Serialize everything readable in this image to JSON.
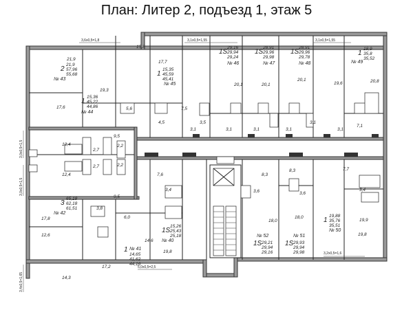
{
  "title": "План: Литер 2, подъезд 1, этаж 5",
  "apartments": [
    {
      "no": "№ 43",
      "rooms": "2",
      "areas": [
        "21,9",
        "57,96",
        "55,68"
      ]
    },
    {
      "no": "№ 44",
      "rooms": "1",
      "areas": [
        "15,36",
        "45,22",
        "44,86"
      ]
    },
    {
      "no": "№ 45",
      "rooms": "1",
      "areas": [
        "15,35",
        "45,59",
        "45,41"
      ]
    },
    {
      "no": "№ 46",
      "rooms": "1S",
      "areas": [
        "29,16",
        "29,94",
        "29,24"
      ]
    },
    {
      "no": "№ 47",
      "rooms": "1S",
      "areas": [
        "28,91",
        "29,96",
        "29,98"
      ]
    },
    {
      "no": "№ 48",
      "rooms": "1S",
      "areas": [
        "28,91",
        "29,96",
        "29,78"
      ]
    },
    {
      "no": "№ 49",
      "rooms": "1",
      "areas": [
        "18,9",
        "35,8",
        "35,52"
      ]
    },
    {
      "no": "№ 42",
      "rooms": "3",
      "areas": [
        "65,18",
        "62,18",
        "61,51"
      ]
    },
    {
      "no": "№ 41",
      "rooms": "1",
      "areas": [
        "14,65",
        "41,62",
        "44,16"
      ]
    },
    {
      "no": "№ 40",
      "rooms": "1S",
      "areas": [
        "15,26",
        "25,43",
        "25,18"
      ]
    },
    {
      "no": "№ 52",
      "rooms": "1S",
      "areas": [
        "29,21",
        "29,94",
        "29,16"
      ]
    },
    {
      "no": "№ 51",
      "rooms": "1S",
      "areas": [
        "29,93",
        "29,94",
        "29,98"
      ]
    },
    {
      "no": "№ 50",
      "rooms": "1",
      "areas": [
        "19,88",
        "35,76",
        "35,51"
      ]
    }
  ],
  "room_areas": [
    "21,9",
    "15,8",
    "17,7",
    "19,3",
    "17,6",
    "5,6",
    "7,5",
    "4,5",
    "20,1",
    "20,1",
    "20,1",
    "19,6",
    "20,8",
    "7,1",
    "3,1",
    "3,1",
    "3,1",
    "3,1",
    "3,1",
    "3,1",
    "3,5",
    "12,4",
    "12,4",
    "2,7",
    "2,2",
    "2,7",
    "2,2",
    "9,5",
    "9,5",
    "17,8",
    "12,6",
    "14,3",
    "7,6",
    "3,4",
    "6,0",
    "3,8",
    "14,6",
    "17,2",
    "19,8",
    "8,3",
    "8,3",
    "3,6",
    "3,6",
    "18,0",
    "18,0",
    "7,7",
    "3,4",
    "19,8",
    "19,9"
  ],
  "balconies": [
    "3,6x0,5=1,8",
    "3,1x0,5=1,55",
    "3,1x0,5=1,55",
    "3,2x0,5=1,6",
    "5,0x0,5=2,5",
    "3,0x0,5=1,5",
    "3,0x0,5=1,5",
    "3,4x0,5=1,65"
  ],
  "colors": {
    "wall": "#9a9a9a",
    "line": "#222222",
    "background": "#ffffff"
  }
}
